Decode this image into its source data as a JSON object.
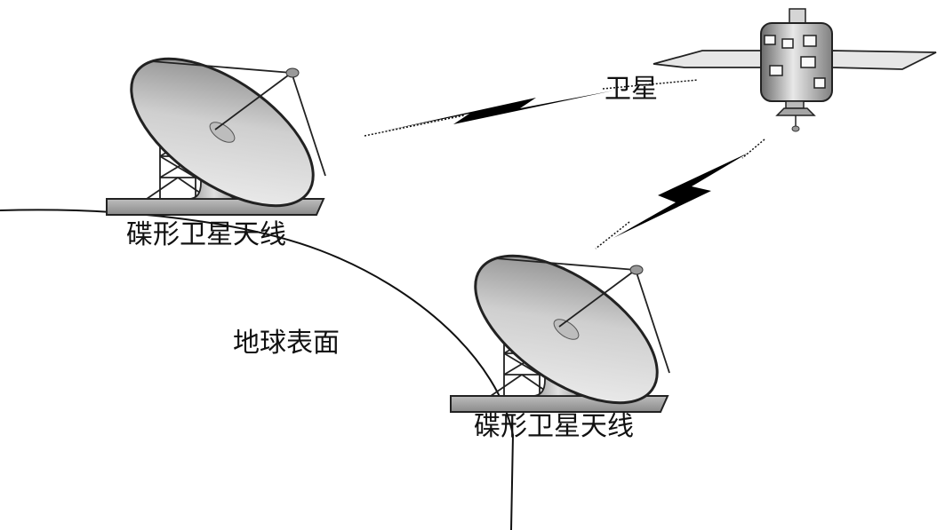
{
  "labels": {
    "satellite": "卫星",
    "antenna_left": "碟形卫星天线",
    "antenna_right": "碟形卫星天线",
    "earth_surface": "地球表面"
  }
}
